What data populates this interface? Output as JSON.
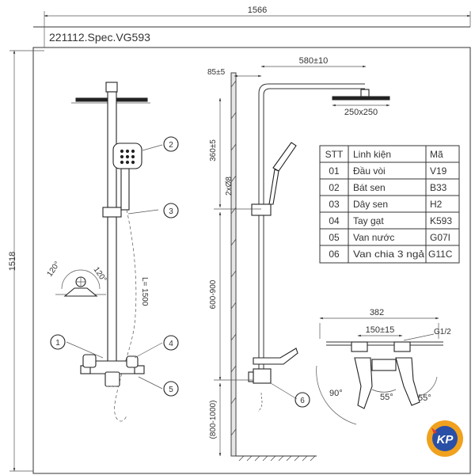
{
  "doc_code": "221112.Spec.VG593",
  "dims": {
    "total_width": "1566",
    "total_height": "1518",
    "wall_offset": "85±5",
    "arm_length": "580±10",
    "head_size": "250x250",
    "head_height": "360±5",
    "holder_dia": "2xØ8",
    "hose_length": "L= 1500",
    "valve_height": "600-900",
    "floor_height": "(800-1000)",
    "valve_width": "382",
    "center_spacing": "150±15",
    "thread": "G1/2",
    "angle_left": "120°",
    "angle_right": "120°",
    "angle_90": "90°",
    "angle_55_left": "55°",
    "angle_55_right": "55°"
  },
  "callouts": [
    "1",
    "2",
    "3",
    "4",
    "5",
    "6"
  ],
  "parts_table": {
    "headers": [
      "STT",
      "Linh kiện",
      "Mã"
    ],
    "rows": [
      [
        "01",
        "Đầu vòi",
        "V19"
      ],
      [
        "02",
        "Bát sen",
        "B33"
      ],
      [
        "03",
        "Dây sen",
        "H2"
      ],
      [
        "04",
        "Tay gạt",
        "K593"
      ],
      [
        "05",
        "Van nước",
        "G07I"
      ],
      [
        "06",
        "Van chia 3 ngả",
        "G11C"
      ]
    ]
  },
  "logo": {
    "text": "KP",
    "colors": {
      "outer": "#f0a11e",
      "inner": "#2a4fa6",
      "accent": "#e23b2e"
    }
  }
}
